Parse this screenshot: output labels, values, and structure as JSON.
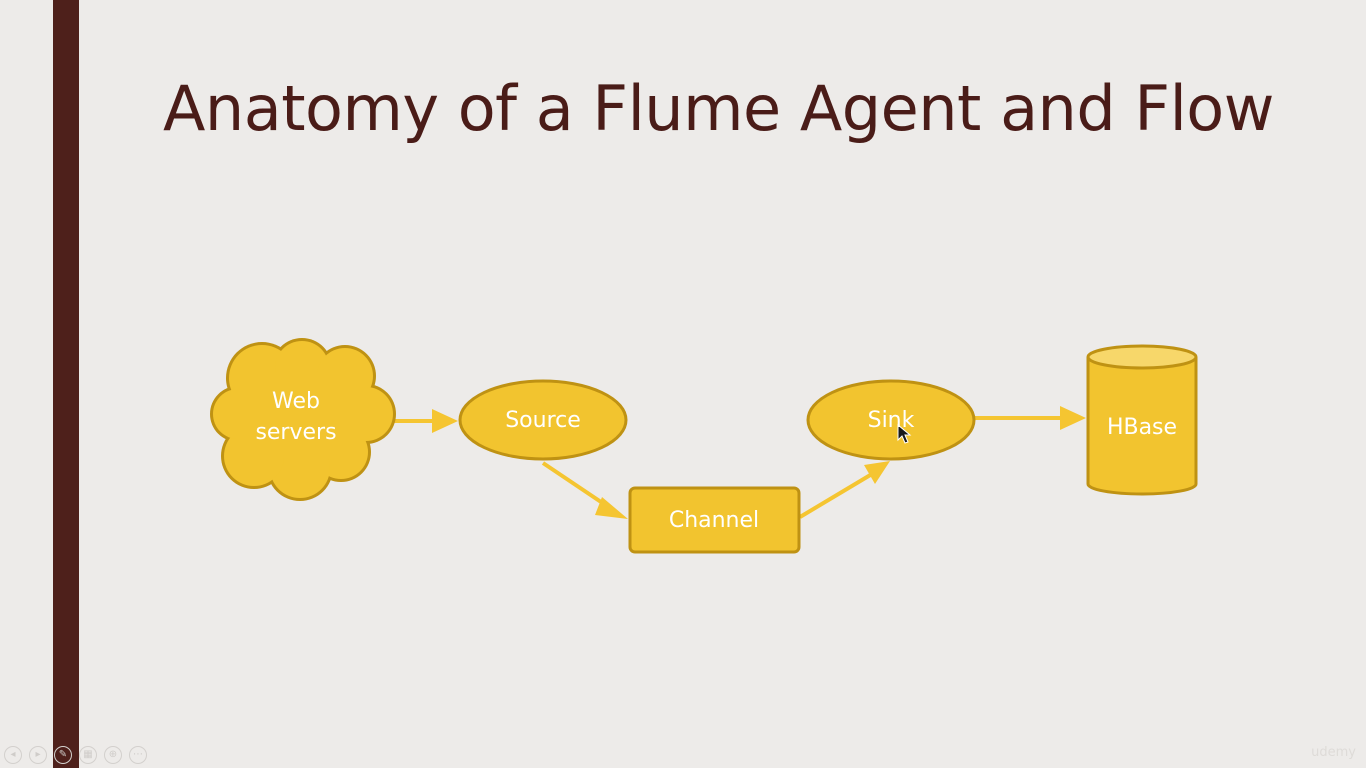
{
  "slide": {
    "title": "Anatomy of a Flume Agent and Flow"
  },
  "diagram": {
    "nodes": {
      "web_servers": {
        "line1": "Web",
        "line2": "servers"
      },
      "source": "Source",
      "channel": "Channel",
      "sink": "Sink",
      "hbase": "HBase"
    }
  },
  "controls": {
    "previous": {
      "icon": "previous-icon",
      "glyph": "◂"
    },
    "next": {
      "icon": "next-icon",
      "glyph": "▸"
    },
    "pen": {
      "icon": "pen-icon",
      "glyph": "✎"
    },
    "slides": {
      "icon": "slides-icon",
      "glyph": "▦"
    },
    "zoom": {
      "icon": "zoom-icon",
      "glyph": "⊕"
    },
    "more": {
      "icon": "more-icon",
      "glyph": "⋯"
    }
  },
  "watermark": "udemy",
  "colors": {
    "background": "#edebe9",
    "accent_bar": "#4e201b",
    "title": "#4a1c18",
    "shape_fill": "#f2c42f",
    "shape_stroke": "#bf9213",
    "arrow": "#f5c531"
  }
}
